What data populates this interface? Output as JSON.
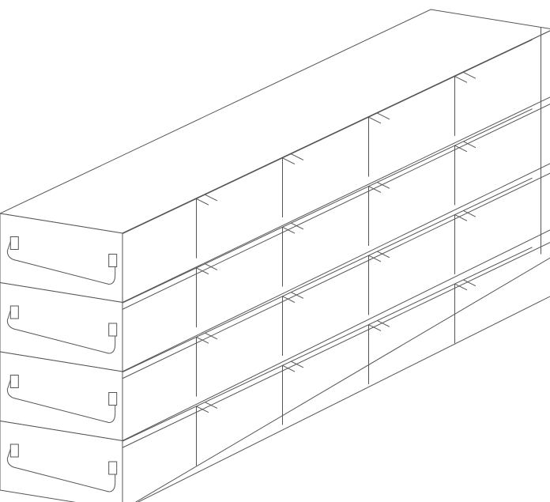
{
  "drawing": {
    "subject": "rack",
    "drawers": 4,
    "columns": 5,
    "line_color": "#555555",
    "background": "#ffffff"
  }
}
